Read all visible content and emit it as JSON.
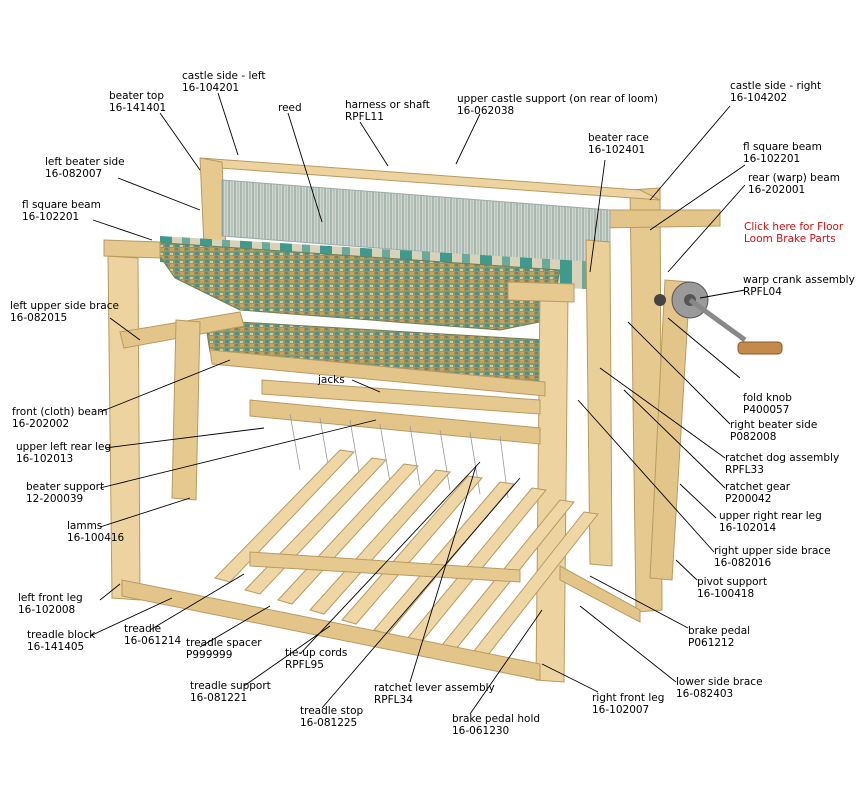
{
  "brake_link": {
    "line1": "Click here for Floor",
    "line2": "Loom Brake Parts",
    "color": "#cc1111"
  },
  "wood_color": "#e9cf98",
  "labels": {
    "castle_side_left": {
      "name": "castle side - left",
      "code": "16-104201"
    },
    "beater_top": {
      "name": "beater top",
      "code": "16-141401"
    },
    "reed": {
      "name": "reed",
      "code": ""
    },
    "harness_or_shaft": {
      "name": "harness or shaft",
      "code": "RPFL11"
    },
    "upper_castle_support": {
      "name": "upper castle support (on rear of loom)",
      "code": "16-062038"
    },
    "castle_side_right": {
      "name": "castle side - right",
      "code": "16-104202"
    },
    "beater_race": {
      "name": "beater race",
      "code": "16-102401"
    },
    "fl_square_beam_right": {
      "name": "fl square beam",
      "code": "16-102201"
    },
    "rear_warp_beam": {
      "name": "rear (warp) beam",
      "code": "16-202001"
    },
    "left_beater_side": {
      "name": "left beater side",
      "code": "16-082007"
    },
    "fl_square_beam_left": {
      "name": "fl square beam",
      "code": "16-102201"
    },
    "warp_crank_assembly": {
      "name": "warp crank assembly",
      "code": "RPFL04"
    },
    "left_upper_side_brace": {
      "name": "left upper side brace",
      "code": "16-082015"
    },
    "jacks": {
      "name": "jacks",
      "code": ""
    },
    "fold_knob": {
      "name": "fold knob",
      "code": "P400057"
    },
    "front_cloth_beam": {
      "name": "front (cloth) beam",
      "code": "16-202002"
    },
    "right_beater_side": {
      "name": "right beater side",
      "code": "P082008"
    },
    "upper_left_rear_leg": {
      "name": "upper left rear leg",
      "code": "16-102013"
    },
    "ratchet_dog_assembly": {
      "name": "ratchet dog assembly",
      "code": "RPFL33"
    },
    "beater_support": {
      "name": "beater support",
      "code": "12-200039"
    },
    "ratchet_gear": {
      "name": "ratchet gear",
      "code": "P200042"
    },
    "upper_right_rear_leg": {
      "name": "upper right rear leg",
      "code": "16-102014"
    },
    "lamms": {
      "name": "lamms",
      "code": "16-100416"
    },
    "right_upper_side_brace": {
      "name": "right upper side brace",
      "code": "16-082016"
    },
    "pivot_support": {
      "name": "pivot support",
      "code": "16-100418"
    },
    "left_front_leg": {
      "name": "left front leg",
      "code": "16-102008"
    },
    "treadle_block": {
      "name": "treadle block",
      "code": "16-141405"
    },
    "treadle": {
      "name": "treadle",
      "code": "16-061214"
    },
    "brake_pedal": {
      "name": "brake pedal",
      "code": "P061212"
    },
    "treadle_spacer": {
      "name": "treadle spacer",
      "code": "P999999"
    },
    "tie_up_cords": {
      "name": "tie-up cords",
      "code": "RPFL95"
    },
    "lower_side_brace": {
      "name": "lower side brace",
      "code": "16-082403"
    },
    "treadle_support": {
      "name": "treadle support",
      "code": "16-081221"
    },
    "ratchet_lever_assembly": {
      "name": "ratchet lever assembly",
      "code": "RPFL34"
    },
    "right_front_leg": {
      "name": "right front leg",
      "code": "16-102007"
    },
    "treadle_stop": {
      "name": "treadle stop",
      "code": "16-081225"
    },
    "brake_pedal_hold": {
      "name": "brake pedal hold",
      "code": "16-061230"
    }
  }
}
